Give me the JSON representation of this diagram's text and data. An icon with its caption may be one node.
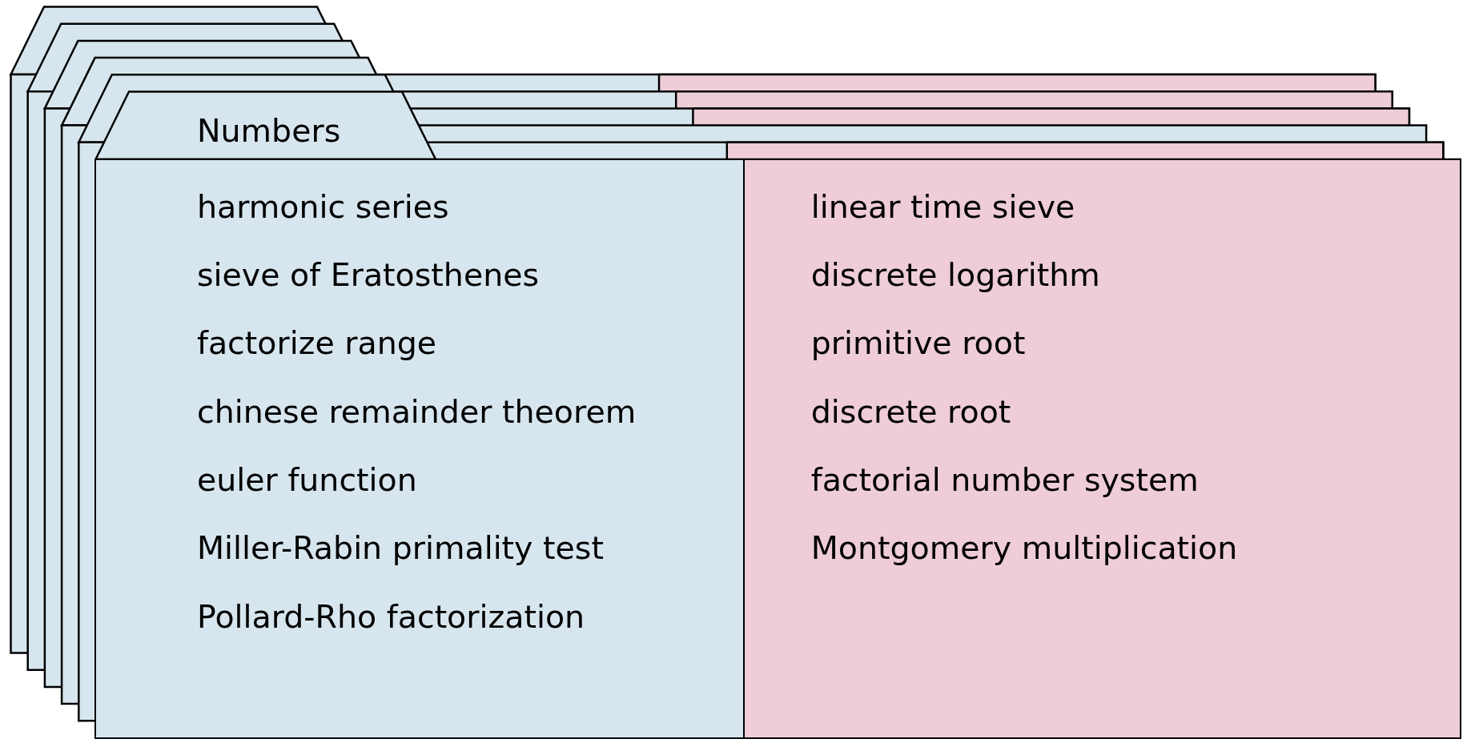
{
  "diagram": {
    "nodes": [
      {
        "text": [
          "Numbers"
        ]
      },
      {
        "text": [
          "harmonic series",
          "sieve of Eratosthenes",
          "factorize range",
          "chinese remainder theorem",
          "euler function",
          "Miller-Rabin primality test",
          "Pollard-Rho factorization"
        ],
        "in": 0
      },
      {
        "text": [
          "linear time sieve",
          "discrete logarithm",
          "primitive root",
          "discrete root",
          "factorial number system",
          "Montgomery multiplication"
        ],
        "in": 0
      }
    ]
  }
}
